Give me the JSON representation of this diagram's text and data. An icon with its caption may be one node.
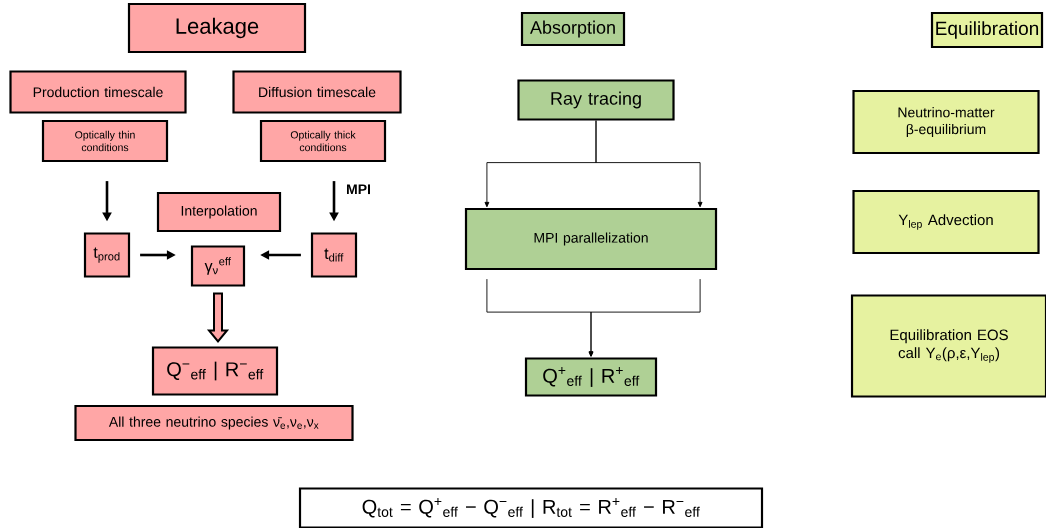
{
  "diagram": {
    "nodes": [
      {
        "text": [
          "Leakage"
        ]
      },
      {
        "text": [
          "Absorption"
        ]
      },
      {
        "text": [
          "Equilibration"
        ]
      },
      {
        "text": [
          "Production timescale"
        ]
      },
      {
        "text": [
          "Optically thin conditions"
        ]
      },
      {
        "text": [
          "Diffusion timescale"
        ]
      },
      {
        "text": [
          "Optically thick conditions"
        ]
      },
      {
        "text": [
          "Interpolation"
        ]
      },
      {
        "text": [
          "t$_{prod}$"
        ]
      },
      {
        "text": [
          "γ$_{ν}$$^{eff}$"
        ]
      },
      {
        "text": [
          "t$_{diff}$"
        ]
      },
      {
        "text": [
          "Q$^{−}$$_{eff}$ | R$^{−}$$_{eff}$"
        ]
      },
      {
        "text": [
          "All three neutrino species ν̄$_{e}$,ν$_{e}$,ν$_{x}$"
        ]
      },
      {
        "text": [
          "Ray tracing"
        ]
      },
      {
        "text": [
          "MPI parallelization"
        ]
      },
      {
        "text": [
          "Q$^{+}$$_{eff}$ | R$^{+}$$_{eff}$"
        ]
      },
      {
        "text": [
          "Neutrino-matter β-equilibrium"
        ]
      },
      {
        "text": [
          "Y$_{lep}$ Advection"
        ]
      },
      {
        "text": [
          "Equilibration EOS call Y$_{e}$(ρ,ε,Y$_{lep}$)"
        ]
      },
      {
        "text": [
          "Q$_{tot}$ = Q$^{+}$$_{eff}$ − Q$^{−}$$_{eff}$ | R$_{tot}$ = R$^{+}$$_{eff}$ − R$^{−}$$_{eff}$"
        ]
      }
    ],
    "edges": [
      {
        "from": 4,
        "to": 8,
        "arrow": "to",
        "style": "thick"
      },
      {
        "from": 6,
        "to": 10,
        "arrow": "to",
        "style": "thick",
        "label": "MPI"
      },
      {
        "from": 8,
        "to": 9,
        "arrow": "to",
        "style": "thick"
      },
      {
        "from": 10,
        "to": 9,
        "arrow": "to",
        "style": "thick"
      },
      {
        "from": 9,
        "to": 11,
        "arrow": "to",
        "style": "thick"
      },
      {
        "from": 13,
        "to": 14,
        "arrow": "to"
      },
      {
        "from": 13,
        "to": 14,
        "arrow": "to"
      },
      {
        "from": 14,
        "to": 15,
        "arrow": "to"
      },
      {
        "from": 14,
        "to": 15,
        "arrow": "to"
      }
    ]
  }
}
